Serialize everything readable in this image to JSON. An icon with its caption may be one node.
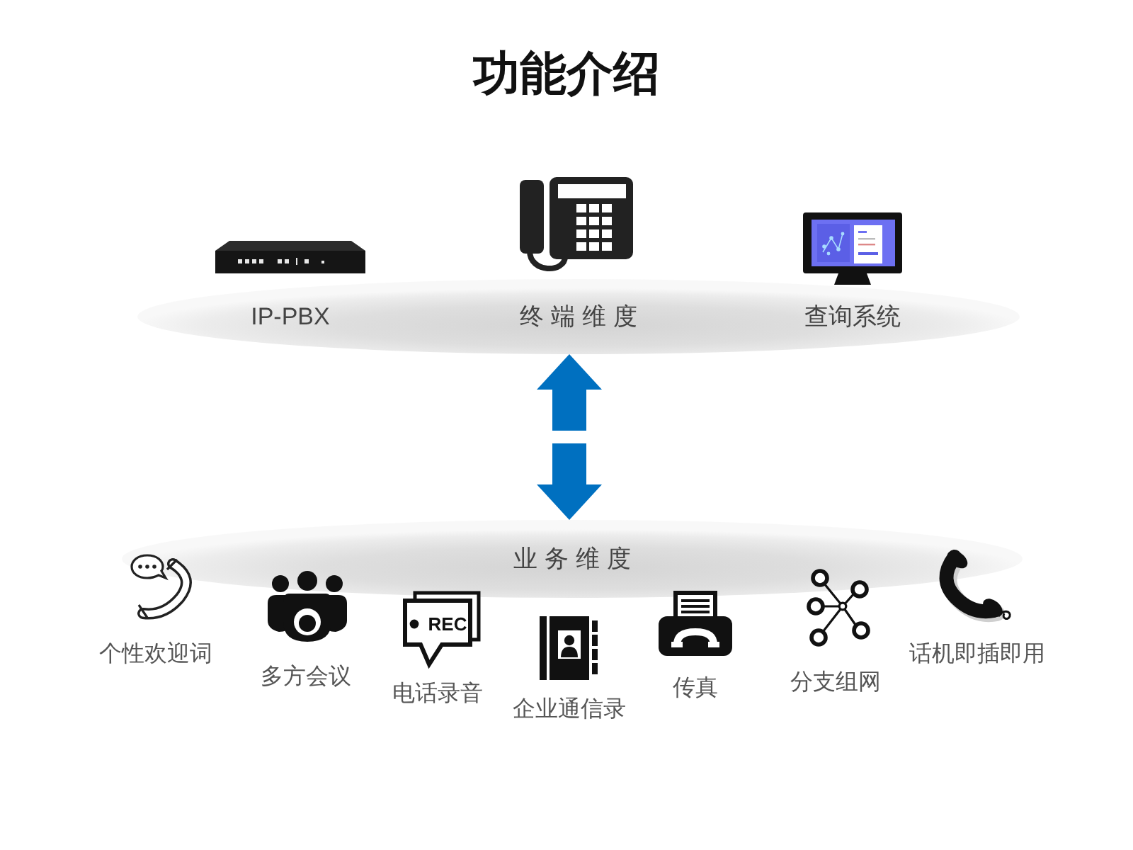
{
  "diagram": {
    "title": "功能介绍",
    "nodes": [
      {
        "text": [
          "终端维度"
        ]
      },
      {
        "text": [
          "业务维度"
        ]
      }
    ],
    "edges": [
      {
        "from": 0,
        "to": 1,
        "arrow": "both"
      }
    ],
    "labels": [
      "IP-PBX",
      "查询系统",
      "个性欢迎词",
      "多方会议",
      "REC",
      "电话录音",
      "企业通信录",
      "传真",
      "分支组网",
      "话机即插即用"
    ]
  }
}
